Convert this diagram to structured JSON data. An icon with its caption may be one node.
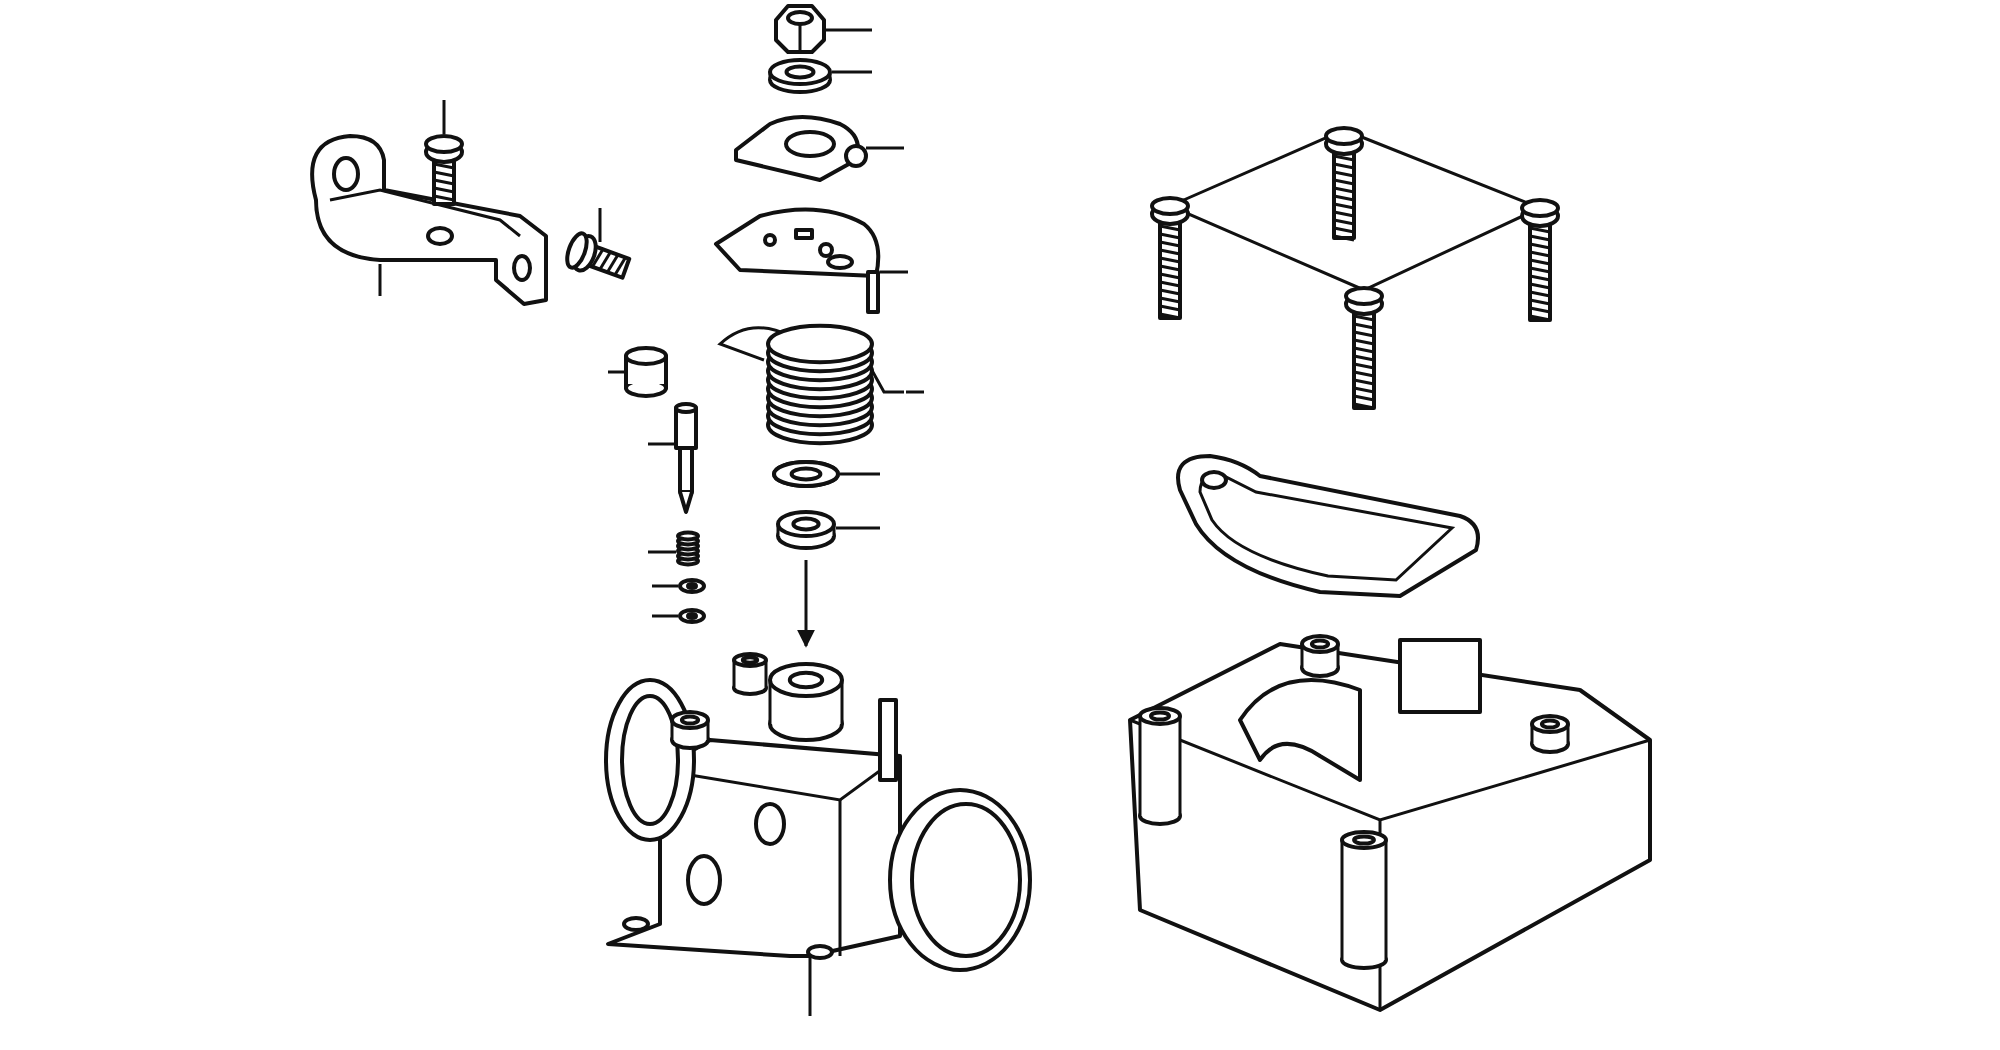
{
  "diagram": {
    "nodes": [
      {
        "text": [],
        "shape": "picture"
      },
      {
        "text": [],
        "shape": "picture"
      },
      {
        "text": [],
        "shape": "picture"
      },
      {
        "text": [],
        "shape": "picture"
      },
      {
        "text": [],
        "shape": "picture"
      },
      {
        "text": [],
        "shape": "picture"
      },
      {
        "text": [],
        "shape": "picture"
      },
      {
        "text": [],
        "shape": "picture"
      },
      {
        "text": [],
        "shape": "picture"
      },
      {
        "text": [],
        "shape": "picture"
      },
      {
        "text": [],
        "shape": "picture"
      },
      {
        "text": [],
        "shape": "picture"
      },
      {
        "text": [],
        "shape": "picture"
      },
      {
        "text": [],
        "shape": "picture"
      },
      {
        "text": [],
        "shape": "picture"
      },
      {
        "text": [],
        "shape": "picture"
      },
      {
        "text": [],
        "shape": "picture"
      },
      {
        "text": [],
        "shape": "picture"
      },
      {
        "text": [],
        "shape": "picture"
      }
    ],
    "edges": [
      {
        "from": null,
        "to": 0,
        "arrow": "none"
      },
      {
        "from": null,
        "to": 1,
        "arrow": "none"
      },
      {
        "from": null,
        "to": 2,
        "arrow": "none"
      },
      {
        "from": null,
        "to": 3,
        "arrow": "none"
      },
      {
        "from": null,
        "to": 4,
        "arrow": "none"
      },
      {
        "from": null,
        "to": 5,
        "arrow": "none"
      },
      {
        "from": null,
        "to": 6,
        "arrow": "none"
      },
      {
        "from": null,
        "to": 7,
        "arrow": "none"
      },
      {
        "from": null,
        "to": 8,
        "arrow": "none"
      },
      {
        "from": null,
        "to": 9,
        "arrow": "none"
      },
      {
        "from": null,
        "to": 10,
        "arrow": "none"
      },
      {
        "from": null,
        "to": 11,
        "arrow": "none"
      },
      {
        "from": null,
        "to": 12,
        "arrow": "none"
      },
      {
        "from": null,
        "to": 13,
        "arrow": "none"
      },
      {
        "from": null,
        "to": 14,
        "arrow": "none"
      },
      {
        "from": null,
        "to": 15,
        "arrow": "none"
      },
      {
        "from": 11,
        "to": 15,
        "arrow": "to"
      }
    ]
  }
}
